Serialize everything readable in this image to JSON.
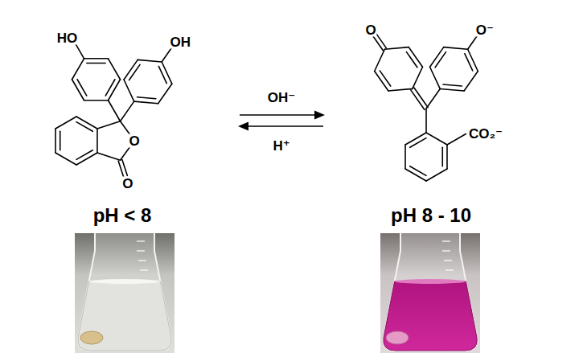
{
  "diagram": {
    "labels": [
      "HO",
      "OH",
      "O",
      "O",
      "OH⁻",
      "H⁺",
      "O",
      "O⁻",
      "CO₂⁻",
      "pH < 8",
      "pH 8 - 10"
    ]
  }
}
